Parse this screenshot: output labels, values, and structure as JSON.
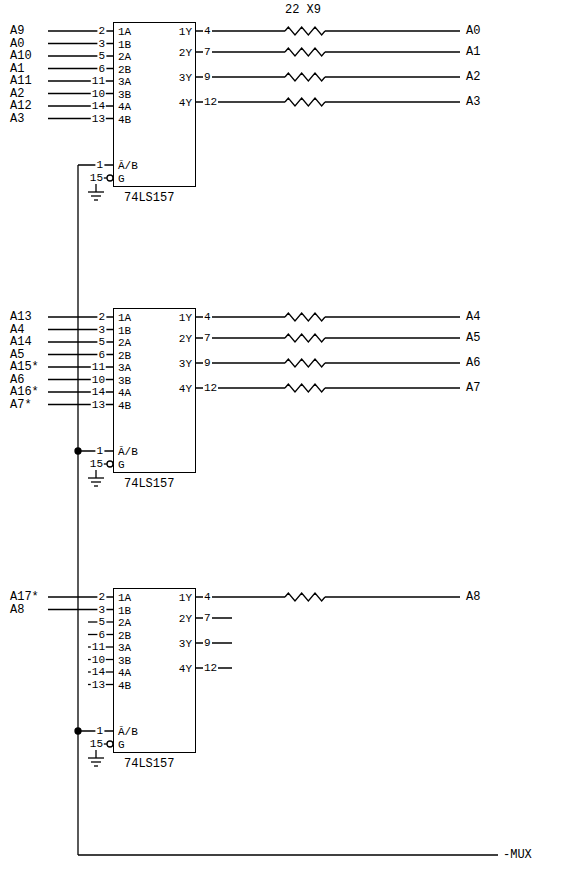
{
  "diagram": {
    "nodes": [
      {
        "text": [
          "1A",
          "1B",
          "2A",
          "2B",
          "3A",
          "3B",
          "4A",
          "4B",
          "1Y",
          "2Y",
          "3Y",
          "4Y",
          "Ā/B",
          "G",
          "74LS157"
        ]
      },
      {
        "text": [
          "1A",
          "1B",
          "2A",
          "2B",
          "3A",
          "3B",
          "4A",
          "4B",
          "1Y",
          "2Y",
          "3Y",
          "4Y",
          "Ā/B",
          "G",
          "74LS157"
        ]
      },
      {
        "text": [
          "1A",
          "1B",
          "2A",
          "2B",
          "3A",
          "3B",
          "4A",
          "4B",
          "1Y",
          "2Y",
          "3Y",
          "4Y",
          "Ā/B",
          "G",
          "74LS157"
        ]
      }
    ],
    "labels": [
      "22 X9",
      "A9",
      "A0",
      "A10",
      "A1",
      "A11",
      "A2",
      "A12",
      "A3",
      "2",
      "3",
      "5",
      "6",
      "11",
      "10",
      "14",
      "13",
      "4",
      "7",
      "9",
      "12",
      "A0",
      "A1",
      "A2",
      "A3",
      "1",
      "15",
      "A13",
      "A4",
      "A14",
      "A5",
      "A15*",
      "A6",
      "A16*",
      "A7*",
      "2",
      "3",
      "5",
      "6",
      "11",
      "10",
      "14",
      "13",
      "4",
      "7",
      "9",
      "12",
      "A4",
      "A5",
      "A6",
      "A7",
      "1",
      "15",
      "A17*",
      "A8",
      "2",
      "3",
      "5",
      "6",
      "11",
      "10",
      "14",
      "13",
      "4",
      "7",
      "9",
      "12",
      "A8",
      "1",
      "15",
      "-MUX"
    ]
  }
}
